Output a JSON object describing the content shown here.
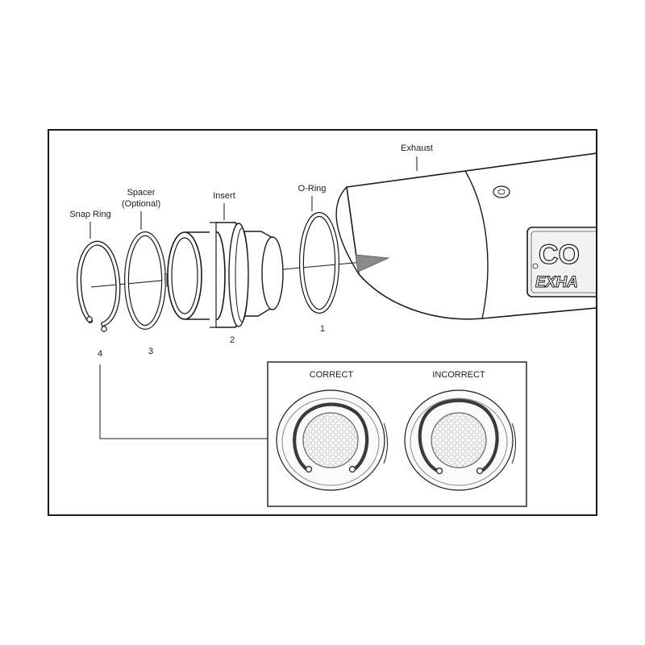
{
  "labels": {
    "exhaust": "Exhaust",
    "o_ring": "O-Ring",
    "insert": "Insert",
    "spacer_line1": "Spacer",
    "spacer_line2": "(Optional)",
    "snap_ring": "Snap Ring"
  },
  "numbers": {
    "o_ring": "1",
    "insert": "2",
    "spacer": "3",
    "snap_ring": "4"
  },
  "inset": {
    "correct": "CORRECT",
    "incorrect": "INCORRECT"
  },
  "brand": {
    "top": "CO",
    "bottom": "EXHA"
  },
  "colors": {
    "line": "#1a1a1a",
    "arrow_gray": "#8a8a8a",
    "ring_dark": "#3a3a3a",
    "mesh": "#d8d8d8"
  }
}
